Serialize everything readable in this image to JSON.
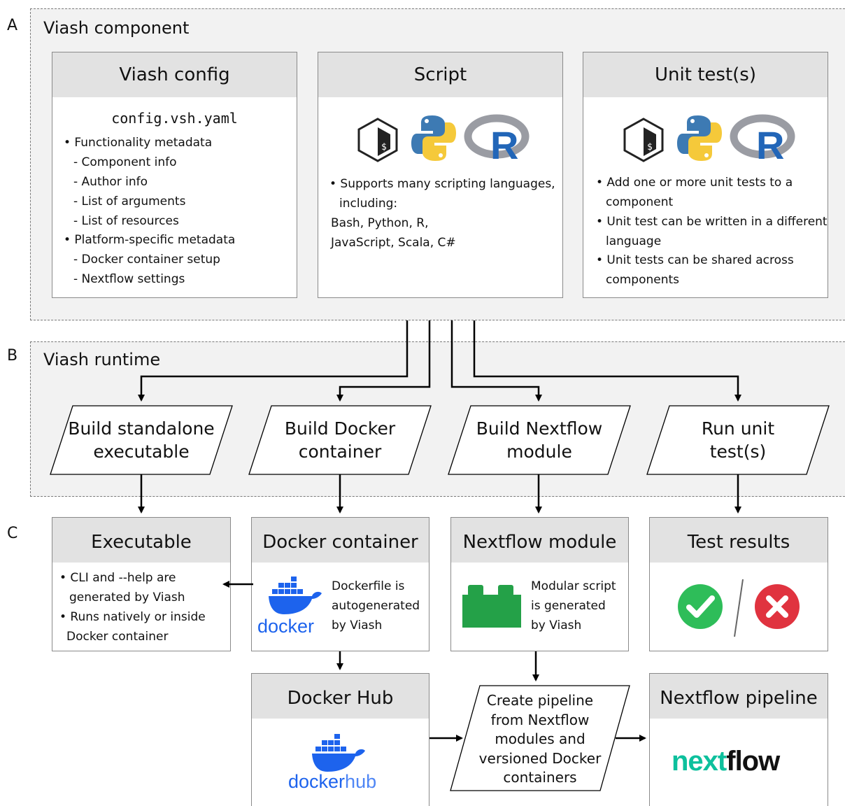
{
  "sections": {
    "a": {
      "letter": "A",
      "title": "Viash component"
    },
    "b": {
      "letter": "B",
      "title": "Viash runtime"
    },
    "c": {
      "letter": "C"
    }
  },
  "config_card": {
    "title": "Viash config",
    "filename": "config.vsh.yaml",
    "lines": [
      "• Functionality metadata",
      "  - Component info",
      "  - Author info",
      "  - List of arguments",
      "  - List of resources",
      "• Platform-specific metadata",
      "  - Docker container setup",
      "  - Nextflow settings"
    ]
  },
  "script_card": {
    "title": "Script",
    "lines": [
      "• Supports many scripting languages,",
      "  including:",
      "  Bash, Python, R,",
      "  JavaScript, Scala, C#"
    ]
  },
  "unittest_card": {
    "title": "Unit test(s)",
    "lines": [
      "• Add one or more unit tests to a",
      "  component",
      "• Unit test can be written in a different",
      "  language",
      "• Unit tests can be shared across",
      "  components"
    ]
  },
  "runtime": {
    "standalone": [
      "Build standalone",
      "executable"
    ],
    "docker": [
      "Build Docker",
      "container"
    ],
    "nextflow": [
      "Build Nextflow",
      "module"
    ],
    "unittest": [
      "Run unit",
      "test(s)"
    ]
  },
  "outputs": {
    "executable": {
      "title": "Executable",
      "lines": [
        "• CLI and --help are",
        "  generated by Viash",
        "• Runs natively or inside",
        "  Docker container"
      ]
    },
    "docker_container": {
      "title": "Docker container",
      "lines": [
        "Dockerfile is",
        "autogenerated",
        "by Viash"
      ],
      "logo_text": "docker"
    },
    "nextflow_module": {
      "title": "Nextflow module",
      "lines": [
        "Modular script",
        "is generated",
        "by Viash"
      ]
    },
    "test_results": {
      "title": "Test results"
    },
    "docker_hub": {
      "title": "Docker Hub",
      "logo_a": "docker",
      "logo_b": "hub"
    },
    "pipeline_step": [
      "Create pipeline",
      "from Nextflow",
      "modules and",
      "versioned Docker",
      "containers"
    ],
    "nextflow_pipeline": {
      "title": "Nextflow pipeline",
      "logo_a": "next",
      "logo_b": "flow"
    }
  },
  "colors": {
    "header_gray": "#e2e2e2",
    "section_bg": "#f2f2f2",
    "docker_blue": "#1d63ed",
    "python_blue": "#3d7ab3",
    "python_yellow": "#f5c93a",
    "r_blue": "#2266b8",
    "r_gray": "#9a9ca3",
    "nextflow_green": "#0dc09d",
    "success_green": "#2ebd59",
    "fail_red": "#e0333f",
    "module_green": "#24a148"
  }
}
